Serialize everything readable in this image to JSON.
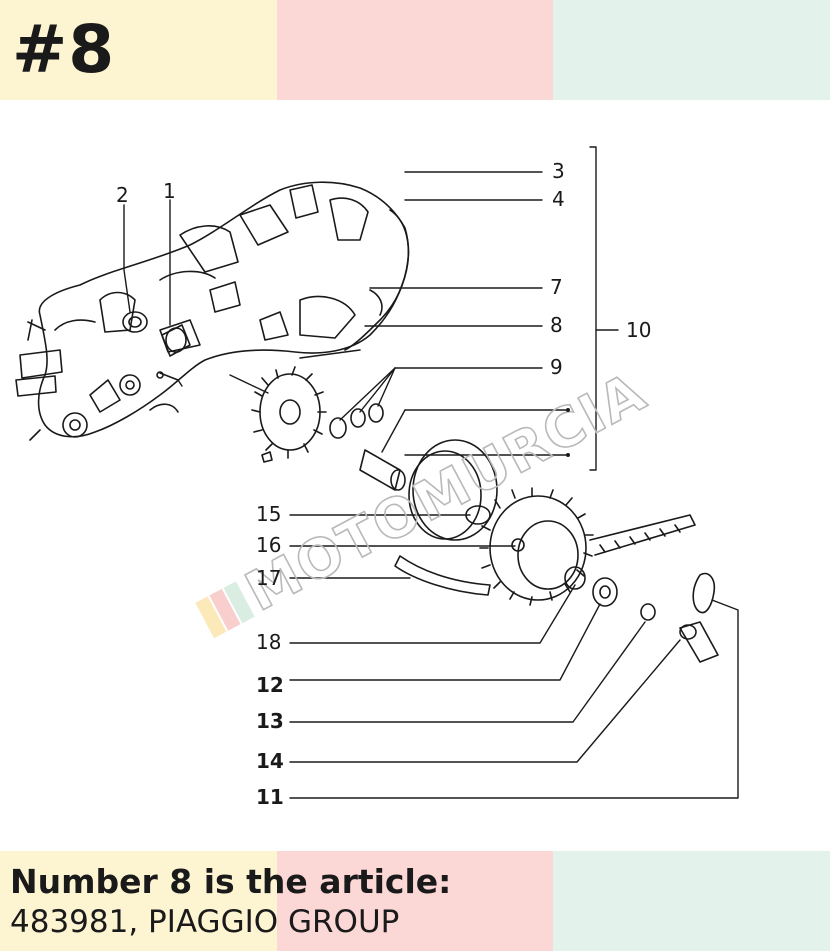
{
  "header": {
    "title": "#8"
  },
  "caption": {
    "heading": "Number 8 is the article:",
    "detail": "483981, PIAGGIO GROUP"
  },
  "watermark": {
    "text": "MOTOMURCIA"
  },
  "diagram": {
    "callouts": [
      "1",
      "2",
      "3",
      "4",
      "7",
      "8",
      "9",
      "10",
      "15",
      "16",
      "17",
      "18",
      "12",
      "13",
      "14",
      "11"
    ]
  },
  "colors": {
    "band_yellow": "#fdf4d2",
    "band_pink": "#fbd7d6",
    "band_mint": "#e3f3ec",
    "ink": "#1a1a1a"
  }
}
